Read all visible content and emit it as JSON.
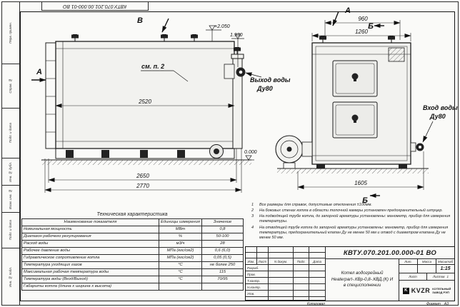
{
  "doc": {
    "format_label": "Формат",
    "format_value": "А3",
    "copied_label": "Копировал"
  },
  "stamp_top": "КВТУ.070.201.00.000-01 ВО",
  "margin": {
    "cells": [
      {
        "label": "Перв. примен."
      },
      {
        "label": "Справ. №"
      },
      {
        "label": "Подп. и дата"
      },
      {
        "label": "Инв. № дубл."
      },
      {
        "label": "Взам. инв. №"
      },
      {
        "label": "Подп. и дата"
      },
      {
        "label": "Инв. № подл."
      }
    ]
  },
  "drawing": {
    "view_b_label": "В",
    "view_a_label": "А",
    "section_b_label": "Б",
    "see_note": "см. п. 2",
    "elev_top": "+2.050",
    "elev_mid": "1.930",
    "elev_zero": "0.000",
    "dim_2520": "2520",
    "dim_2650": "2650",
    "dim_2770": "2770",
    "dim_960": "960",
    "dim_1260": "1260",
    "dim_1605": "1605",
    "water_outlet": {
      "line1": "Выход воды",
      "line2": "Ду80"
    },
    "water_inlet": {
      "line1": "Вход воды",
      "line2": "Ду80"
    }
  },
  "tech_table": {
    "title": "Техническая характеристика",
    "headers": [
      "Наименование показателя",
      "Единицы измерения",
      "Значение"
    ],
    "rows": [
      [
        "Номинальная мощность",
        "МВт",
        "0,8"
      ],
      [
        "Диапазон рабочего регулирования",
        "%",
        "50-100"
      ],
      [
        "Расход воды",
        "м3/ч",
        "28"
      ],
      [
        "Рабочее давление воды",
        "МПа (кгс/см2)",
        "0,6 (6,0)"
      ],
      [
        "Гидравлическое сопротивление котла",
        "МПа (кгс/см2)",
        "0,05 (0,5)"
      ],
      [
        "Температура уходящих газов",
        "°С",
        "не более 250"
      ],
      [
        "Максимальная рабочая температура воды",
        "°С",
        "115"
      ],
      [
        "Температура воды (Вход/Выход)",
        "°С",
        "70/95"
      ],
      [
        "Габариты котла (длина х ширина х высота)",
        "",
        ""
      ]
    ]
  },
  "notes": [
    {
      "num": "1",
      "text": "Все размеры для справок, допустимые отклонения ±100мм."
    },
    {
      "num": "2",
      "text": "На боковых стенах котла в области топочной камеры установлен предохранительный штуцер."
    },
    {
      "num": "3",
      "text": "На подводящей трубе котла, до запорной арматуры установлены: манометр, прибор для измерения температуры."
    },
    {
      "num": "4",
      "text": "На отводящей трубе котла до запорной арматуры установлены: манометр, прибор для измерения температуры, предохранительный клапан Ду не менее 50 мм и отвод с диаметром клапана Ду не менее 50 мм."
    }
  ],
  "title_block": {
    "doc_number": "КВТУ.070.201.00.000-01 ВО",
    "cols": [
      "Изм.",
      "Лист",
      "N докум.",
      "Подп.",
      "Дата"
    ],
    "sig_rows": [
      "Разраб.",
      "Пров.",
      "Т.контр.",
      "Н.контр.",
      "Утв."
    ],
    "name_line1": "Котел водогрейный",
    "name_line2": "Heaterpart-.КВр-0,8-.КВД.(К) И",
    "name_line3": "в специсполнении",
    "lit_label": "Лит.",
    "mass_label": "Масса",
    "scale_label": "Масштаб",
    "lit_value": "",
    "mass_value": "",
    "scale_value": "1:15",
    "sheet_label": "Лист",
    "sheets_label": "Листов",
    "sheets_value": "1",
    "brand_mark": "K",
    "brand": "KVZR",
    "company_line1": "КОТЕЛЬНЫЙ",
    "company_line2": "ЗАВОД РЭП"
  }
}
